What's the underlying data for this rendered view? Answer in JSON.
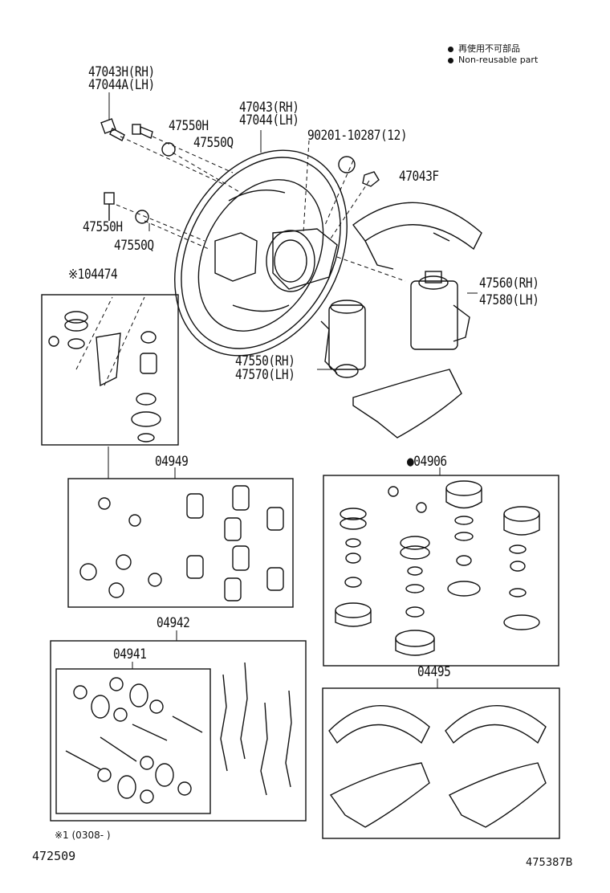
{
  "legend": {
    "line1": "再使用不可部品",
    "line2": "Non-reusable part"
  },
  "labels": {
    "bolt_rh": "47043H(RH)",
    "bolt_lh": "47044A(LH)",
    "plate_rh": "47043(RH)",
    "plate_lh": "47044(LH)",
    "bleeder_top": "47550H",
    "cap_top": "47550Q",
    "nut_ref": "90201-10287(12)",
    "nut": "47043F",
    "bleeder_mid": "47550H",
    "cap_mid": "47550Q",
    "kit_1": "※104474",
    "cyl_front_rh": "47560(RH)",
    "cyl_front_lh": "47580(LH)",
    "cyl_rear_rh": "47550(RH)",
    "cyl_rear_lh": "47570(LH)",
    "kit_04949": "04949",
    "kit_04906": "●04906",
    "kit_04942": "04942",
    "kit_04941": "04941",
    "kit_04495": "04495"
  },
  "footer": {
    "note": "※1 (0308-     )",
    "code_left": "472509",
    "code_right": "475387B"
  }
}
